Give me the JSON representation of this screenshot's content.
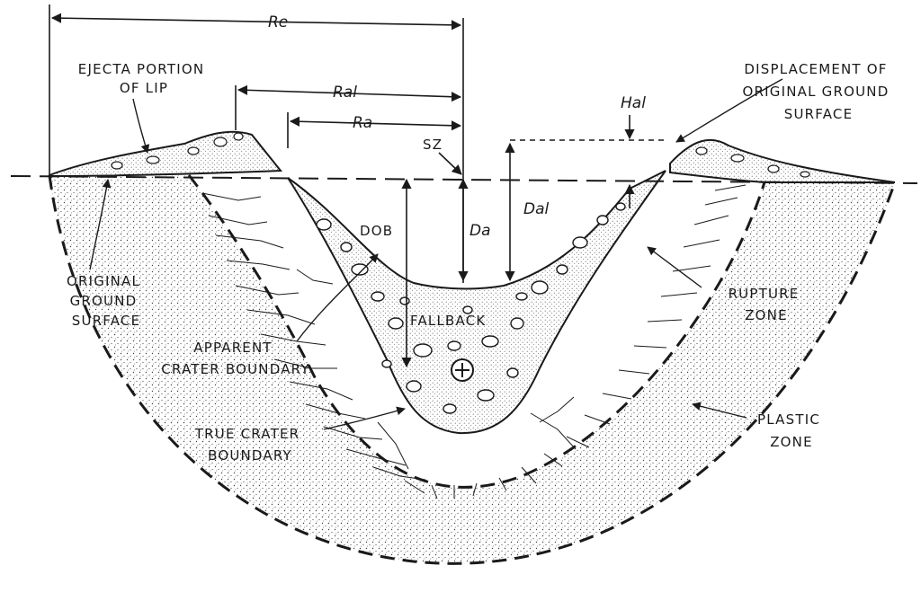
{
  "diagram": {
    "dimensions": {
      "re": "Re",
      "ral": "Ral",
      "ra": "Ra",
      "hal": "Hal",
      "sz": "SZ",
      "dob": "DOB",
      "da": "Da",
      "dal": "Dal"
    },
    "labels": {
      "ejecta_portion_of_lip": [
        "EJECTA PORTION",
        "OF LIP"
      ],
      "displacement_of_original_ground_surface": [
        "DISPLACEMENT OF",
        "ORIGINAL GROUND",
        "SURFACE"
      ],
      "original_ground_surface": [
        "ORIGINAL",
        "GROUND",
        "SURFACE"
      ],
      "fallback": "FALLBACK",
      "rupture_zone": [
        "RUPTURE",
        "ZONE"
      ],
      "apparent_crater_boundary": [
        "APPARENT",
        "CRATER BOUNDARY"
      ],
      "true_crater_boundary": [
        "TRUE CRATER",
        "BOUNDARY"
      ],
      "plastic_zone": [
        "PLASTIC",
        "ZONE"
      ]
    },
    "colors": {
      "ink": "#1a1a1a",
      "paper": "#ffffff"
    }
  }
}
